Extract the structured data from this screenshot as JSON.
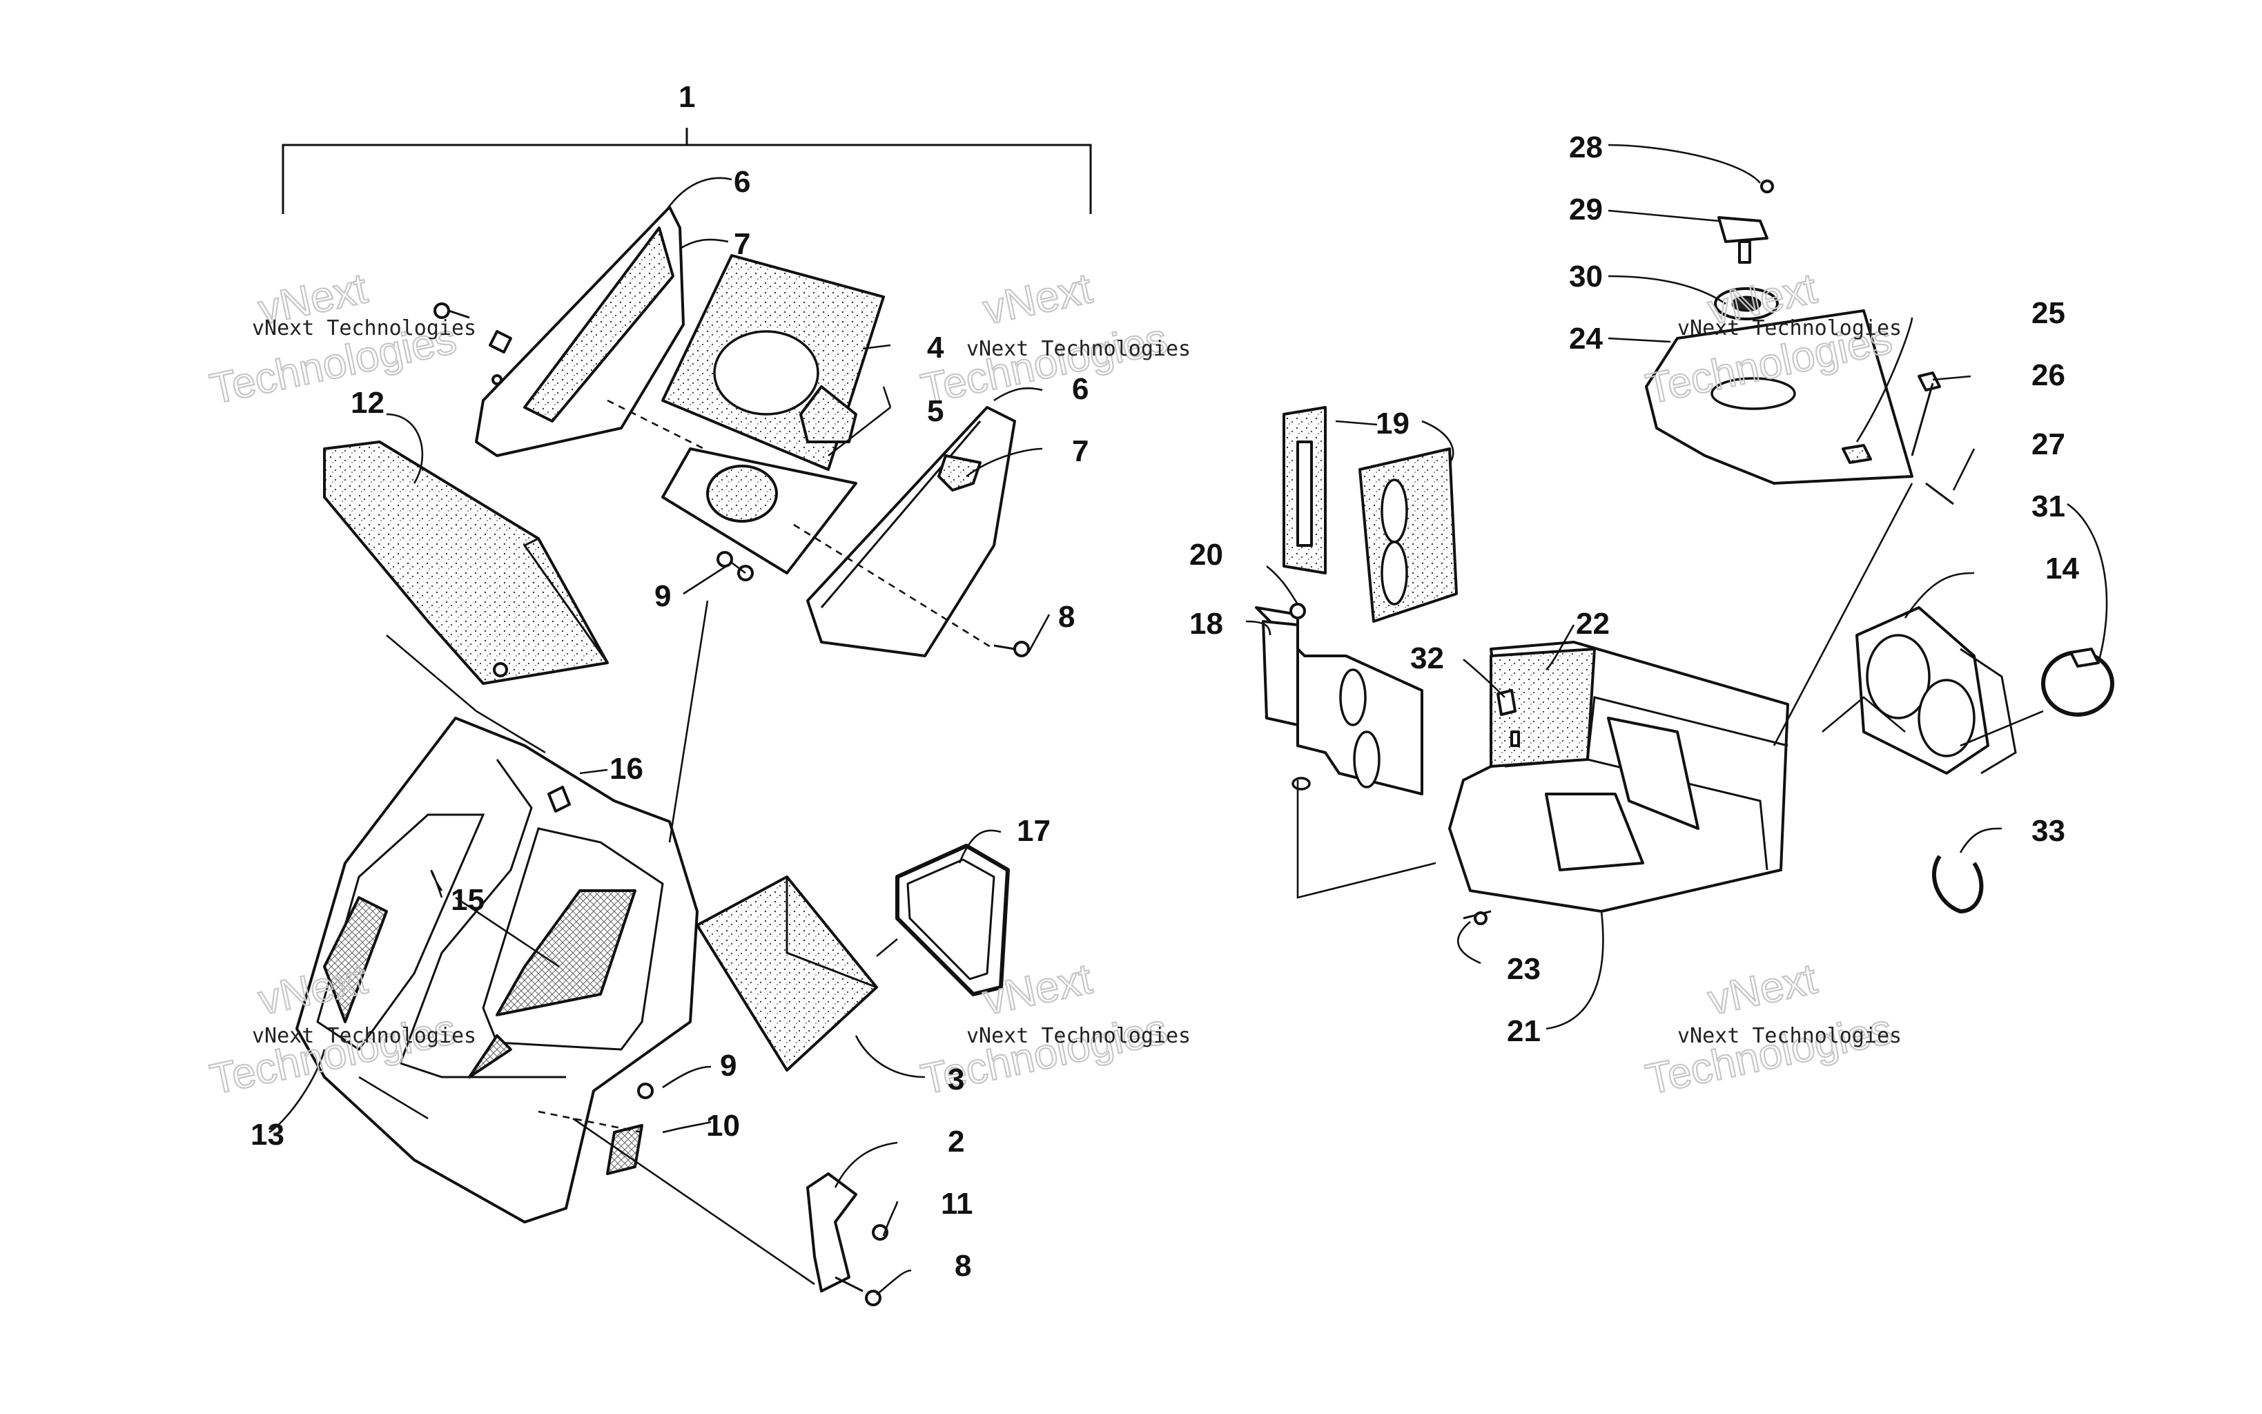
{
  "callouts": [
    {
      "id": "c1",
      "label": "1"
    },
    {
      "id": "c2",
      "label": "2"
    },
    {
      "id": "c3",
      "label": "3"
    },
    {
      "id": "c4",
      "label": "4"
    },
    {
      "id": "c5",
      "label": "5"
    },
    {
      "id": "c6a",
      "label": "6"
    },
    {
      "id": "c6b",
      "label": "6"
    },
    {
      "id": "c7a",
      "label": "7"
    },
    {
      "id": "c7b",
      "label": "7"
    },
    {
      "id": "c8a",
      "label": "8"
    },
    {
      "id": "c8b",
      "label": "8"
    },
    {
      "id": "c9a",
      "label": "9"
    },
    {
      "id": "c9b",
      "label": "9"
    },
    {
      "id": "c10",
      "label": "10"
    },
    {
      "id": "c11",
      "label": "11"
    },
    {
      "id": "c12",
      "label": "12"
    },
    {
      "id": "c13",
      "label": "13"
    },
    {
      "id": "c14",
      "label": "14"
    },
    {
      "id": "c15",
      "label": "15"
    },
    {
      "id": "c16",
      "label": "16"
    },
    {
      "id": "c17",
      "label": "17"
    },
    {
      "id": "c18",
      "label": "18"
    },
    {
      "id": "c19",
      "label": "19"
    },
    {
      "id": "c20",
      "label": "20"
    },
    {
      "id": "c21",
      "label": "21"
    },
    {
      "id": "c22",
      "label": "22"
    },
    {
      "id": "c23",
      "label": "23"
    },
    {
      "id": "c24",
      "label": "24"
    },
    {
      "id": "c25",
      "label": "25"
    },
    {
      "id": "c26",
      "label": "26"
    },
    {
      "id": "c27",
      "label": "27"
    },
    {
      "id": "c28",
      "label": "28"
    },
    {
      "id": "c29",
      "label": "29"
    },
    {
      "id": "c30",
      "label": "30"
    },
    {
      "id": "c31",
      "label": "31"
    },
    {
      "id": "c32",
      "label": "32"
    },
    {
      "id": "c33",
      "label": "33"
    }
  ],
  "watermark": {
    "line1": "vNext Technologies",
    "big1": "vNext",
    "big2": "Technologies"
  }
}
